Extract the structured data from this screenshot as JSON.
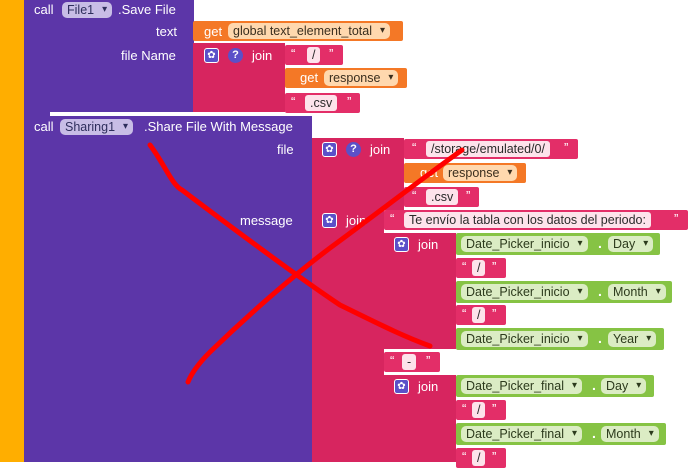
{
  "save_block": {
    "call": "call",
    "component": "File1",
    "method": ".Save File",
    "text_label": "text",
    "filename_label": "file Name",
    "get_label": "get",
    "get_var": "global text_element_total",
    "join_label": "join",
    "slash": "/",
    "response_var": "response",
    "csv": ".csv"
  },
  "share_block": {
    "call": "call",
    "component": "Sharing1",
    "method": ".Share File With Message",
    "file_label": "file",
    "message_label": "message",
    "join_label": "join",
    "path": "/storage/emulated/0/",
    "get_label": "get",
    "response_var": "response",
    "csv": ".csv",
    "message_text": "Te envío la tabla con los datos del periodo:",
    "dash": "-",
    "slash": "/",
    "dot": ".",
    "picker_inicio": "Date_Picker_inicio",
    "picker_final": "Date_Picker_final",
    "day": "Day",
    "month": "Month",
    "year": "Year"
  },
  "icons": {
    "gear": "gear-icon",
    "help": "question-icon",
    "cross": "red-cross-annotation"
  },
  "colors": {
    "component_purple": "#5c36a8",
    "text_pink": "#d7255f",
    "get_orange": "#f47826",
    "date_green": "#86c344",
    "cross_red": "#ff0000",
    "sidebar_yellow": "#ffb300"
  }
}
